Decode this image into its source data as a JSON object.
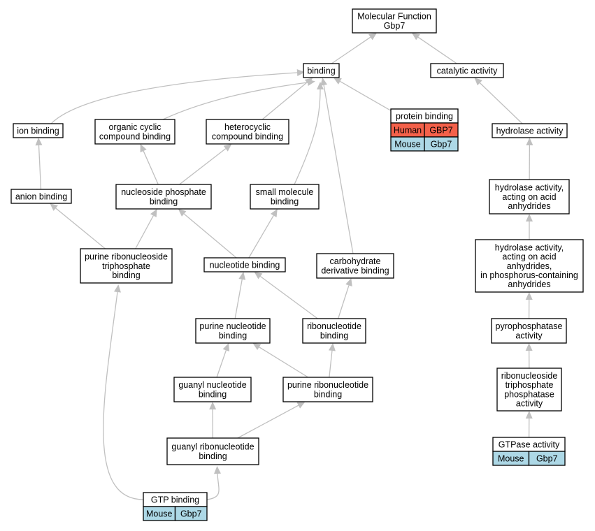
{
  "colors": {
    "human": "#f4614a",
    "mouse": "#add8e6",
    "edge": "#c0c0c0"
  },
  "nodes": {
    "root": [
      "Molecular Function",
      "Gbp7"
    ],
    "binding": [
      "binding"
    ],
    "catalytic": [
      "catalytic activity"
    ],
    "ion_binding": [
      "ion binding"
    ],
    "organic_cyclic": [
      "organic cyclic",
      "compound binding"
    ],
    "heterocyclic": [
      "heterocyclic",
      "compound binding"
    ],
    "protein_binding": [
      "protein binding"
    ],
    "hydrolase": [
      "hydrolase activity"
    ],
    "anion_binding": [
      "anion binding"
    ],
    "nucleoside_phosphate": [
      "nucleoside phosphate",
      "binding"
    ],
    "small_molecule": [
      "small molecule",
      "binding"
    ],
    "hydrolase_acid": [
      "hydrolase activity,",
      "acting on acid",
      "anhydrides"
    ],
    "purine_rnt_triphosphate": [
      "purine ribonucleoside",
      "triphosphate",
      "binding"
    ],
    "nucleotide": [
      "nucleotide binding"
    ],
    "carbohydrate": [
      "carbohydrate",
      "derivative binding"
    ],
    "hydrolase_phos": [
      "hydrolase activity,",
      "acting on acid",
      "anhydrides,",
      "in phosphorus-containing",
      "anhydrides"
    ],
    "purine_nucleotide": [
      "purine nucleotide",
      "binding"
    ],
    "ribonucleotide": [
      "ribonucleotide",
      "binding"
    ],
    "pyrophosphatase": [
      "pyrophosphatase",
      "activity"
    ],
    "guanyl_nucleotide": [
      "guanyl nucleotide",
      "binding"
    ],
    "purine_ribonucleotide": [
      "purine ribonucleotide",
      "binding"
    ],
    "rnt_triphosphate_phosphatase": [
      "ribonucleoside",
      "triphosphate",
      "phosphatase",
      "activity"
    ],
    "gtpase": [
      "GTPase activity"
    ],
    "guanyl_ribonucleotide": [
      "guanyl ribonucleotide",
      "binding"
    ],
    "gtp_binding": [
      "GTP binding"
    ]
  },
  "annotations": {
    "protein_binding": [
      [
        "Human",
        "GBP7"
      ],
      [
        "Mouse",
        "Gbp7"
      ]
    ],
    "gtpase": [
      [
        "Mouse",
        "Gbp7"
      ]
    ],
    "gtp_binding": [
      [
        "Mouse",
        "Gbp7"
      ]
    ]
  },
  "edges": [
    [
      "binding",
      "root"
    ],
    [
      "catalytic",
      "root"
    ],
    [
      "ion_binding",
      "binding"
    ],
    [
      "organic_cyclic",
      "binding"
    ],
    [
      "heterocyclic",
      "binding"
    ],
    [
      "protein_binding",
      "binding"
    ],
    [
      "small_molecule",
      "binding"
    ],
    [
      "carbohydrate",
      "binding"
    ],
    [
      "hydrolase",
      "catalytic"
    ],
    [
      "anion_binding",
      "ion_binding"
    ],
    [
      "nucleoside_phosphate",
      "organic_cyclic"
    ],
    [
      "nucleoside_phosphate",
      "heterocyclic"
    ],
    [
      "hydrolase_acid",
      "hydrolase"
    ],
    [
      "purine_rnt_triphosphate",
      "anion_binding"
    ],
    [
      "purine_rnt_triphosphate",
      "nucleoside_phosphate"
    ],
    [
      "nucleotide",
      "nucleoside_phosphate"
    ],
    [
      "nucleotide",
      "small_molecule"
    ],
    [
      "hydrolase_phos",
      "hydrolase_acid"
    ],
    [
      "purine_nucleotide",
      "nucleotide"
    ],
    [
      "ribonucleotide",
      "nucleotide"
    ],
    [
      "ribonucleotide",
      "carbohydrate"
    ],
    [
      "pyrophosphatase",
      "hydrolase_phos"
    ],
    [
      "guanyl_nucleotide",
      "purine_nucleotide"
    ],
    [
      "purine_ribonucleotide",
      "purine_nucleotide"
    ],
    [
      "purine_ribonucleotide",
      "ribonucleotide"
    ],
    [
      "rnt_triphosphate_phosphatase",
      "pyrophosphatase"
    ],
    [
      "guanyl_ribonucleotide",
      "guanyl_nucleotide"
    ],
    [
      "guanyl_ribonucleotide",
      "purine_ribonucleotide"
    ],
    [
      "gtpase",
      "rnt_triphosphate_phosphatase"
    ],
    [
      "gtp_binding",
      "guanyl_ribonucleotide"
    ],
    [
      "gtp_binding",
      "purine_rnt_triphosphate"
    ]
  ]
}
